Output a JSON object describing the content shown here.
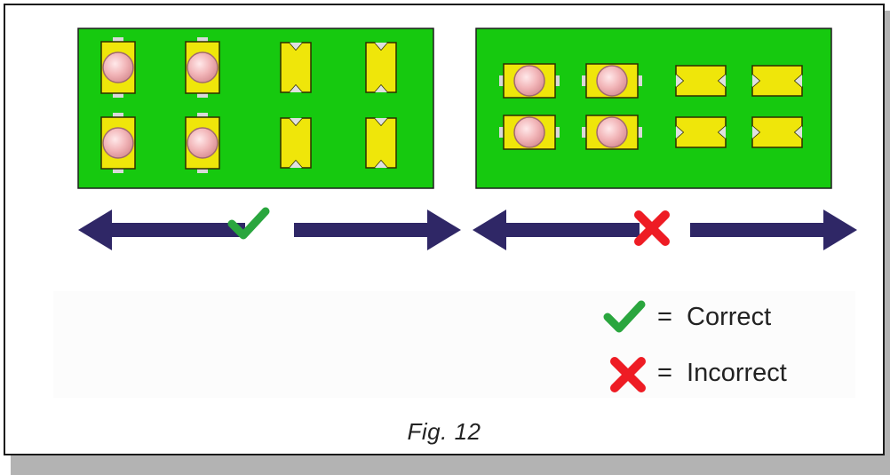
{
  "legend": {
    "correct_label": "=  Correct",
    "incorrect_label": "=  Incorrect"
  },
  "caption": "Fig. 12",
  "colors": {
    "board": "#16c90f",
    "pad": "#efe60a",
    "lens": "#f2b6b9",
    "arrow": "#2f2766",
    "check": "#2aa63e",
    "cross": "#ee1c24"
  },
  "icons": {
    "check": "check-icon",
    "cross": "cross-icon",
    "arrow": "double-arrow"
  }
}
